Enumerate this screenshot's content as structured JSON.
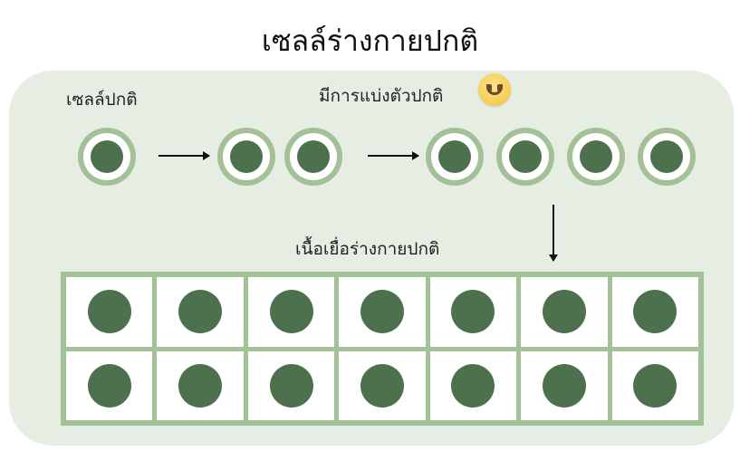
{
  "title": "เซลล์ร่างกายปกติ",
  "labels": {
    "normal_cell": "เซลล์ปกติ",
    "cell_division": "มีการแบ่งตัวปกติ",
    "normal_tissue": "เนื้อเยื่อร่างกายปกติ"
  },
  "icons": {
    "smiley": "smiley-face-icon"
  },
  "stages": [
    {
      "cells": 1
    },
    {
      "cells": 2
    },
    {
      "cells": 4
    }
  ],
  "tissue": {
    "rows": 2,
    "columns": 7
  },
  "colors": {
    "panel_background": "#e6ede2",
    "cell_membrane": "#a2c197",
    "nucleus": "#4d714c",
    "arrow": "#111111"
  }
}
